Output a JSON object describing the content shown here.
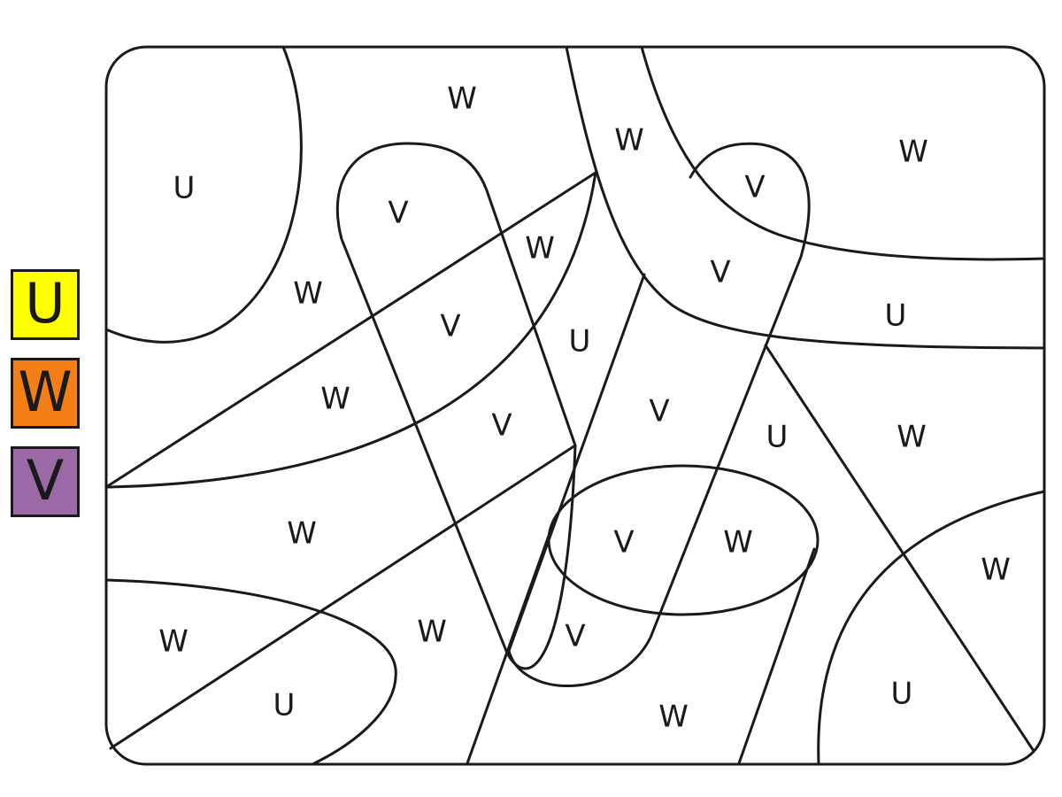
{
  "legend": [
    {
      "letter": "U",
      "color": "#ffff00"
    },
    {
      "letter": "W",
      "color": "#f57f17"
    },
    {
      "letter": "V",
      "color": "#9b69a5"
    }
  ],
  "regions": [
    {
      "letter": "W",
      "name": "top-center"
    },
    {
      "letter": "W",
      "name": "band-top"
    },
    {
      "letter": "W",
      "name": "top-right"
    },
    {
      "letter": "U",
      "name": "top-left-circle"
    },
    {
      "letter": "V",
      "name": "capsule-top"
    },
    {
      "letter": "V",
      "name": "capsule-right-top"
    },
    {
      "letter": "W",
      "name": "wedge-upper"
    },
    {
      "letter": "V",
      "name": "capsule-right-mid"
    },
    {
      "letter": "W",
      "name": "left-mid"
    },
    {
      "letter": "V",
      "name": "capsule-mid"
    },
    {
      "letter": "U",
      "name": "center"
    },
    {
      "letter": "U",
      "name": "band-right"
    },
    {
      "letter": "W",
      "name": "wedge-lower"
    },
    {
      "letter": "V",
      "name": "capsule-low"
    },
    {
      "letter": "V",
      "name": "capsule-right-low"
    },
    {
      "letter": "U",
      "name": "triangle-top"
    },
    {
      "letter": "W",
      "name": "right-mid"
    },
    {
      "letter": "W",
      "name": "left-lower"
    },
    {
      "letter": "V",
      "name": "ellipse-left"
    },
    {
      "letter": "W",
      "name": "ellipse-right"
    },
    {
      "letter": "W",
      "name": "right-lower"
    },
    {
      "letter": "W",
      "name": "bottom-left-outer"
    },
    {
      "letter": "W",
      "name": "lower-center"
    },
    {
      "letter": "V",
      "name": "cylinder-bottom"
    },
    {
      "letter": "U",
      "name": "bottom-left-ellipse"
    },
    {
      "letter": "U",
      "name": "bottom-right-arc"
    },
    {
      "letter": "W",
      "name": "bottom-center"
    }
  ]
}
